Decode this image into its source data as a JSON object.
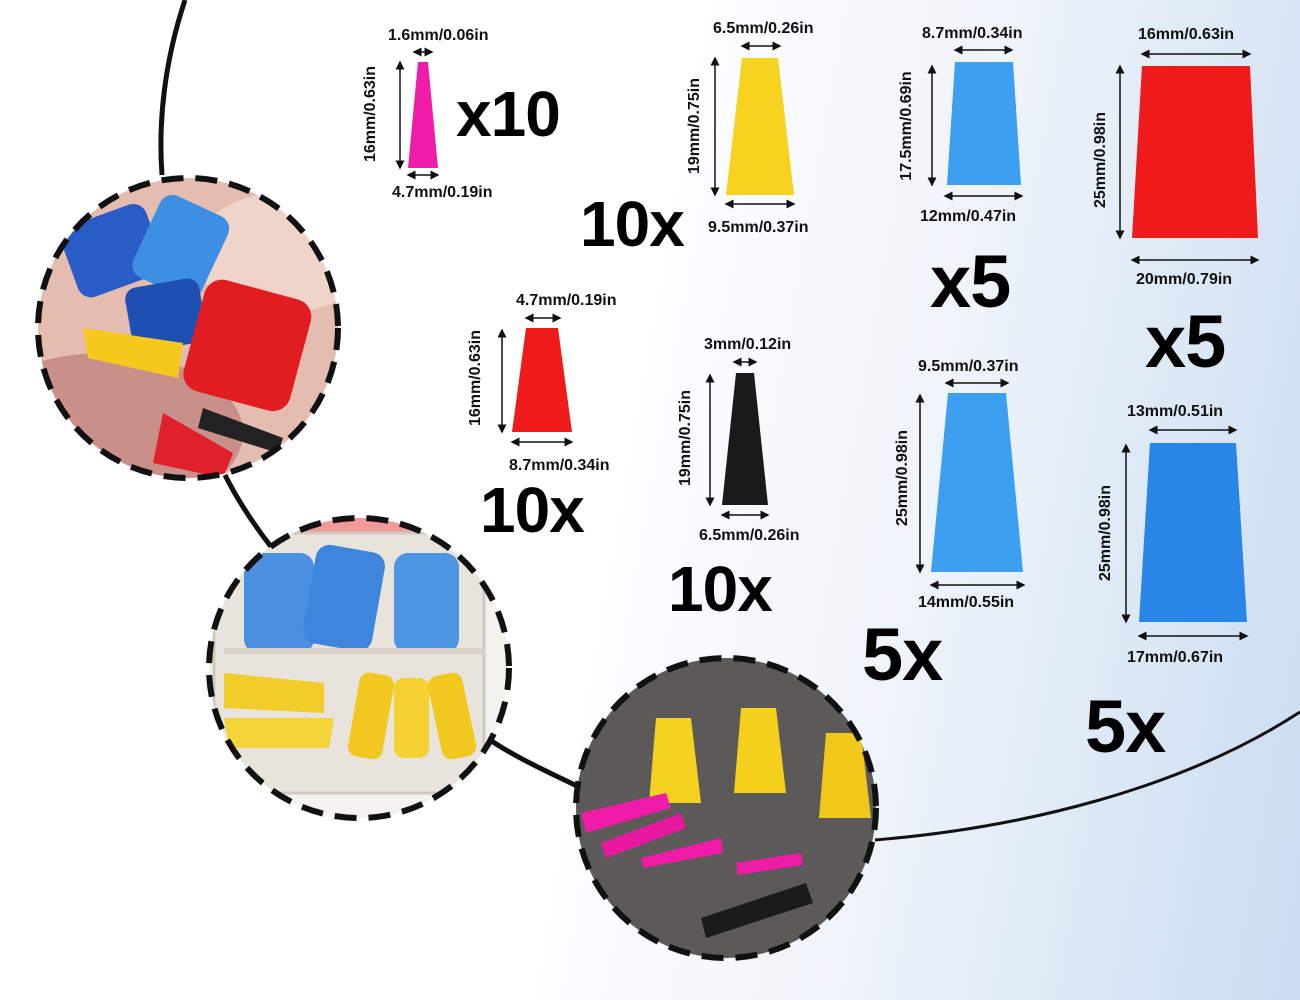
{
  "colors": {
    "pink": "#ee1ca6",
    "yellow": "#f7d21e",
    "blue_light": "#3d9ff0",
    "blue_mid": "#2a86e6",
    "red": "#ef1b1b",
    "black": "#1a1a1a"
  },
  "plugs": [
    {
      "top": "1.6mm/0.06in",
      "bottom": "4.7mm/0.19in",
      "height": "16mm/0.63in",
      "qty": "x10",
      "color": "#ee1ca6"
    },
    {
      "top": "6.5mm/0.26in",
      "bottom": "9.5mm/0.37in",
      "height": "19mm/0.75in",
      "qty": "10x",
      "color": "#f7d21e"
    },
    {
      "top": "8.7mm/0.34in",
      "bottom": "12mm/0.47in",
      "height": "17.5mm/0.69in",
      "qty": "x5",
      "color": "#3d9ff0"
    },
    {
      "top": "16mm/0.63in",
      "bottom": "20mm/0.79in",
      "height": "25mm/0.98in",
      "qty": "x5",
      "color": "#ef1b1b"
    },
    {
      "top": "4.7mm/0.19in",
      "bottom": "8.7mm/0.34in",
      "height": "16mm/0.63in",
      "qty": "10x",
      "color": "#ef1b1b"
    },
    {
      "top": "3mm/0.12in",
      "bottom": "6.5mm/0.26in",
      "height": "19mm/0.75in",
      "qty": "10x",
      "color": "#1a1a1a"
    },
    {
      "top": "9.5mm/0.37in",
      "bottom": "14mm/0.55in",
      "height": "25mm/0.98in",
      "qty": "5x",
      "color": "#3d9ff0"
    },
    {
      "top": "13mm/0.51in",
      "bottom": "17mm/0.67in",
      "height": "25mm/0.98in",
      "qty": "5x",
      "color": "#2a86e6"
    }
  ],
  "photos": [
    {
      "icon": "hand-holding-plugs-photo"
    },
    {
      "icon": "storage-box-photo"
    },
    {
      "icon": "plugs-on-table-photo"
    }
  ]
}
